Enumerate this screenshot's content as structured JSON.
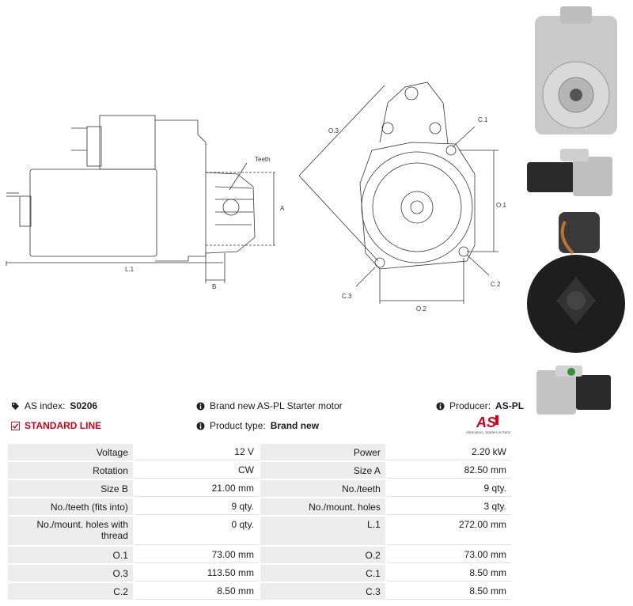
{
  "drawing": {
    "side_labels": {
      "teeth": "Teeth",
      "a": "A",
      "b": "B",
      "l1": "L.1"
    },
    "front_labels": {
      "o3": "O.3",
      "c1": "C.1",
      "o1": "O.1",
      "c2": "C.2",
      "c3": "C.3",
      "o2": "O.2"
    }
  },
  "info": {
    "as_index_label": "AS index:",
    "as_index_value": "S0206",
    "description": "Brand new AS-PL Starter motor",
    "producer_label": "Producer:",
    "producer_value": "AS-PL",
    "line": "STANDARD LINE",
    "product_type_label": "Product type:",
    "product_type_value": "Brand new"
  },
  "logo": {
    "mark": "AS",
    "tagline": "Alternators, Starters & Parts"
  },
  "specs": [
    {
      "l1": "Voltage",
      "v1": "12 V",
      "l2": "Power",
      "v2": "2.20 kW"
    },
    {
      "l1": "Rotation",
      "v1": "CW",
      "l2": "Size A",
      "v2": "82.50 mm"
    },
    {
      "l1": "Size B",
      "v1": "21.00 mm",
      "l2": "No./teeth",
      "v2": "9 qty."
    },
    {
      "l1": "No./teeth (fits into)",
      "v1": "9 qty.",
      "l2": "No./mount. holes",
      "v2": "3 qty."
    },
    {
      "l1": "No./mount. holes with thread",
      "v1": "0 qty.",
      "l2": "L.1",
      "v2": "272.00 mm"
    },
    {
      "l1": "O.1",
      "v1": "73.00 mm",
      "l2": "O.2",
      "v2": "73.00 mm"
    },
    {
      "l1": "O.3",
      "v1": "113.50 mm",
      "l2": "C.1",
      "v2": "8.50 mm"
    },
    {
      "l1": "C.2",
      "v1": "8.50 mm",
      "l2": "C.3",
      "v2": "8.50 mm"
    }
  ],
  "colors": {
    "accent_red": "#d0021b",
    "label_bg": "#ececec"
  }
}
